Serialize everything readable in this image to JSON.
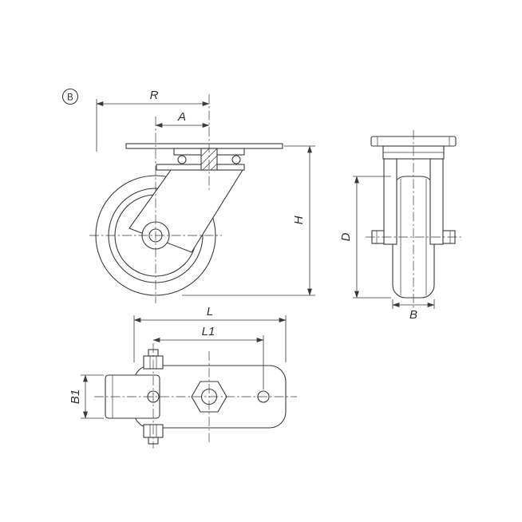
{
  "drawing": {
    "type": "technical-drawing",
    "subject": "swivel caster with plate fitting, three orthographic views",
    "background_color": "#ffffff",
    "line_color": "#3a3a3a",
    "view_label": "B",
    "dimensions": {
      "R": "R",
      "A": "A",
      "H": "H",
      "D": "D",
      "B": "B",
      "L": "L",
      "L1": "L1",
      "B1": "B1"
    }
  }
}
